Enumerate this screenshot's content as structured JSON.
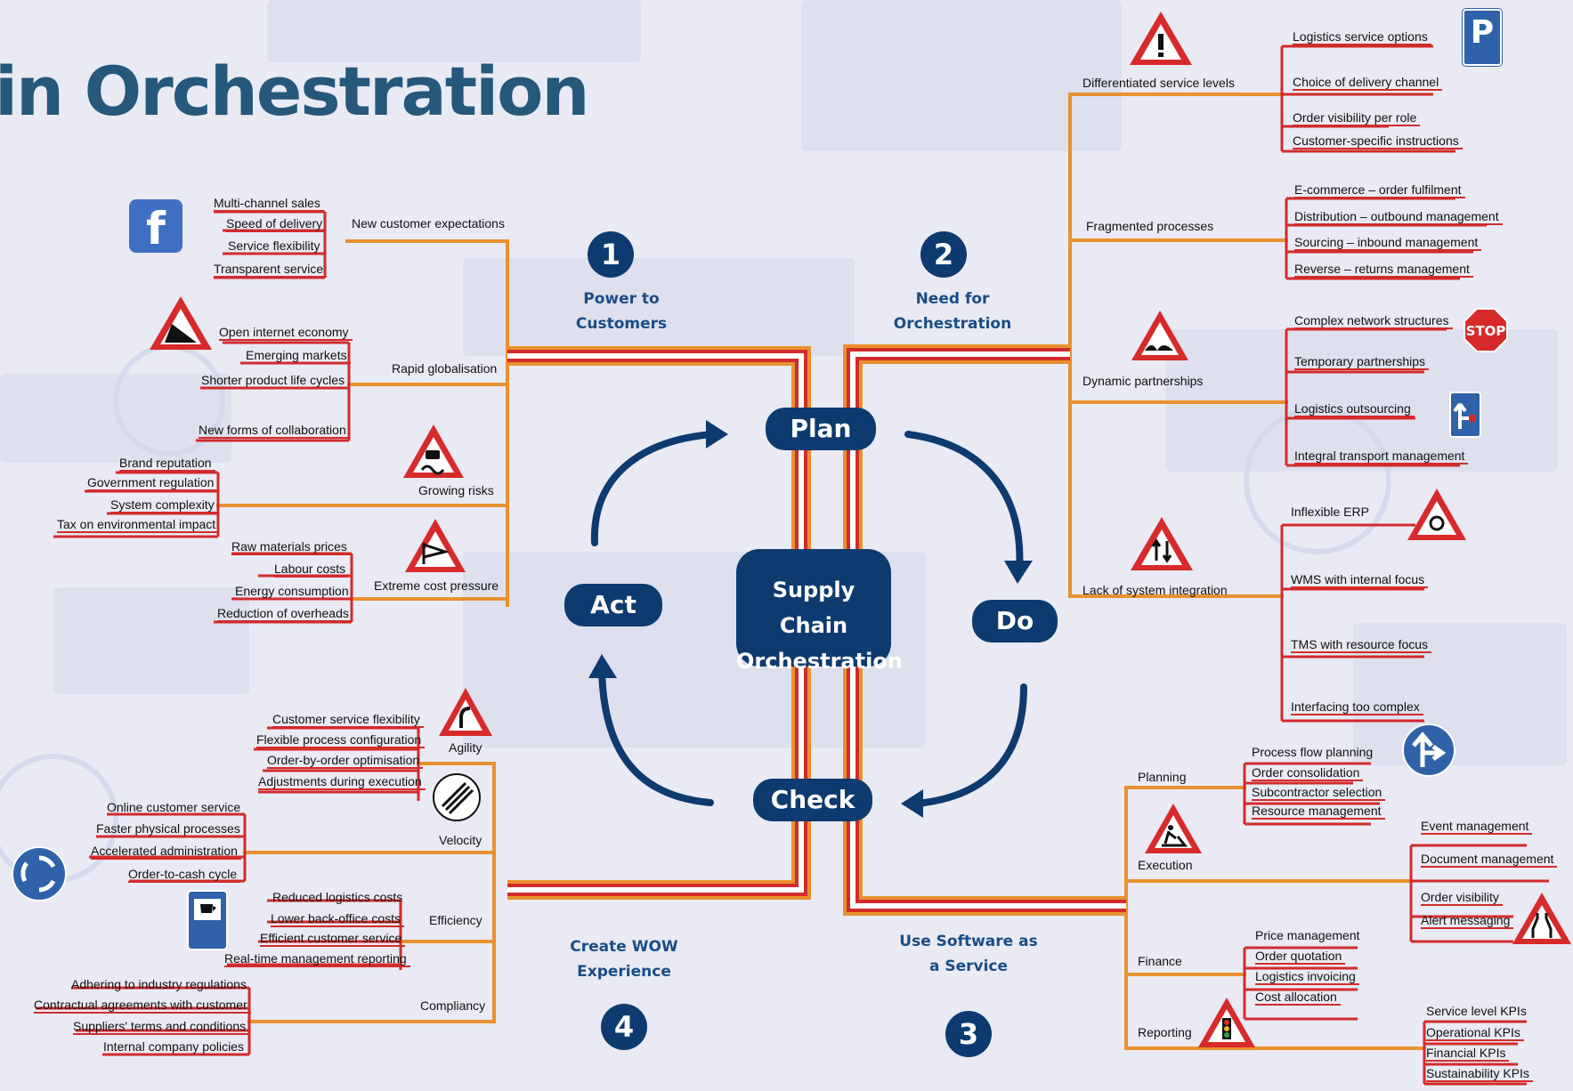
{
  "title": "in Orchestration",
  "center": {
    "line1": "Supply Chain",
    "line2": "Orchestration"
  },
  "cycle": {
    "plan": "Plan",
    "do": "Do",
    "check": "Check",
    "act": "Act"
  },
  "quadrants": [
    {
      "number": "1",
      "line1": "Power to",
      "line2": "Customers"
    },
    {
      "number": "2",
      "line1": "Need for",
      "line2": "Orchestration"
    },
    {
      "number": "3",
      "line1": "Use Software as",
      "line2": "a Service"
    },
    {
      "number": "4",
      "line1": "Create WOW",
      "line2": "Experience"
    }
  ],
  "q1": {
    "branches": [
      {
        "label": "New customer expectations",
        "items": [
          "Multi-channel sales",
          "Speed of delivery",
          "Service flexibility",
          "Transparent service"
        ]
      },
      {
        "label": "Rapid globalisation",
        "items": [
          "Open internet economy",
          "Emerging markets",
          "Shorter product life cycles",
          "New forms of collaboration"
        ]
      },
      {
        "label": "Growing risks",
        "items": [
          "Brand reputation",
          "Government regulation",
          "System complexity",
          "Tax on environmental impact"
        ]
      },
      {
        "label": "Extreme cost pressure",
        "items": [
          "Raw materials prices",
          "Labour costs",
          "Energy consumption",
          "Reduction of overheads"
        ]
      }
    ]
  },
  "q2": {
    "branches": [
      {
        "label": "Differentiated service levels",
        "items": [
          "Logistics service options",
          "Choice of delivery channel",
          "Order visibility per role",
          "Customer-specific instructions"
        ]
      },
      {
        "label": "Fragmented processes",
        "items": [
          "E-commerce – order fulfilment",
          "Distribution – outbound management",
          "Sourcing – inbound management",
          "Reverse – returns management"
        ]
      },
      {
        "label": "Dynamic partnerships",
        "items": [
          "Complex network structures",
          "Temporary partnerships",
          "Logistics outsourcing",
          "Integral transport management"
        ]
      },
      {
        "label": "Lack of system integration",
        "items": [
          "Inflexible ERP",
          "WMS with internal focus",
          "TMS with resource focus",
          "Interfacing too complex"
        ]
      }
    ]
  },
  "q3": {
    "branches": [
      {
        "label": "Planning",
        "items": [
          "Process flow planning",
          "Order consolidation",
          "Subcontractor selection",
          "Resource management"
        ]
      },
      {
        "label": "Execution",
        "items": [
          "Event management",
          "Document management",
          "Order visibility",
          "Alert messaging"
        ]
      },
      {
        "label": "Finance",
        "items": [
          "Price management",
          "Order quotation",
          "Logistics invoicing",
          "Cost allocation"
        ]
      },
      {
        "label": "Reporting",
        "items": [
          "Service level KPIs",
          "Operational KPIs",
          "Financial KPIs",
          "Sustainability KPIs"
        ]
      }
    ]
  },
  "q4": {
    "branches": [
      {
        "label": "Agility",
        "items": [
          "Customer service flexibility",
          "Flexible process configuration",
          "Order-by-order optimisation",
          "Adjustments during execution"
        ]
      },
      {
        "label": "Velocity",
        "items": [
          "Online customer service",
          "Faster physical processes",
          "Accelerated administration",
          "Order-to-cash cycle"
        ]
      },
      {
        "label": "Efficiency",
        "items": [
          "Reduced logistics costs",
          "Lower back-office costs",
          "Efficient customer service",
          "Real-time management reporting"
        ]
      },
      {
        "label": "Compliancy",
        "items": [
          "Adhering to industry regulations",
          "Contractual agreements with customer",
          "Suppliers' terms and conditions",
          "Internal company policies"
        ]
      }
    ]
  },
  "icons": {
    "parking": "P",
    "stop": "STOP",
    "facebook": "f"
  },
  "colors": {
    "navy": "#0d3b70",
    "orange": "#e8912f",
    "red": "#d22b2b",
    "title": "#25587b",
    "background": "#e9eaf3"
  }
}
